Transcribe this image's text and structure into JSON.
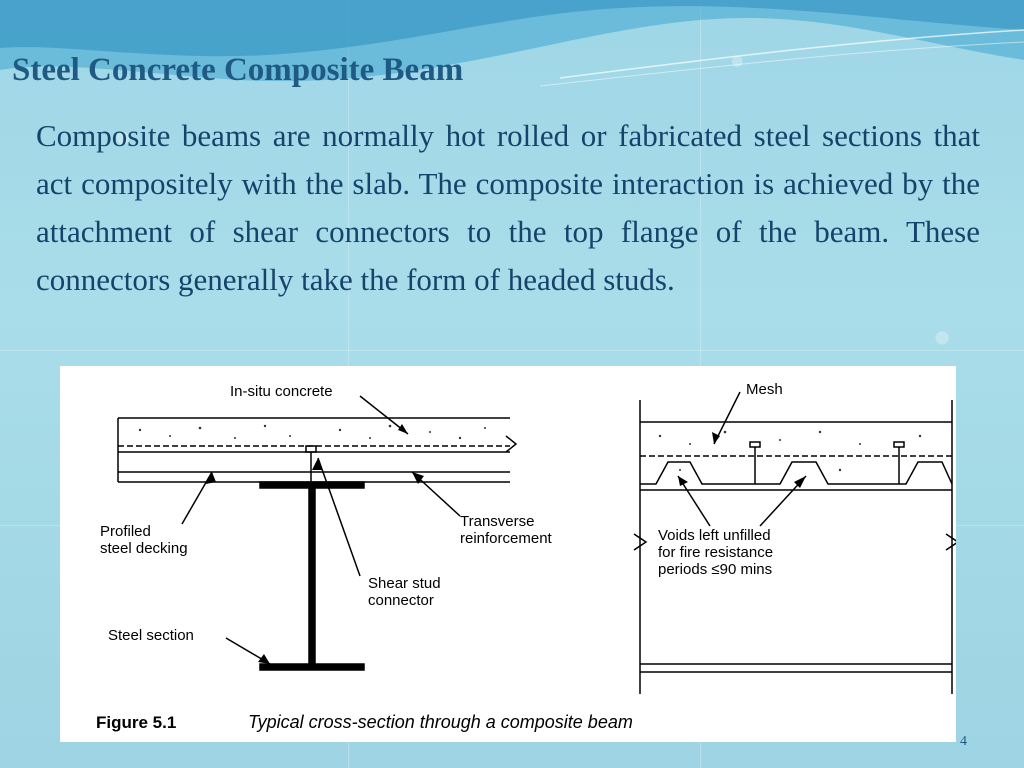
{
  "slide": {
    "title": "Steel Concrete Composite Beam",
    "body": "Composite beams are normally hot rolled or fabricated steel sections that act compositely with the slab. The composite interaction is achieved by the attachment of shear connectors to the top flange of the beam. These connectors generally take the form of headed studs.",
    "page_number": "4"
  },
  "figure": {
    "caption_label": "Figure 5.1",
    "caption_text": "Typical cross-section through a composite beam",
    "labels": {
      "in_situ_concrete": "In-situ concrete",
      "profiled_line1": "Profiled",
      "profiled_line2": "steel decking",
      "transverse_line1": "Transverse",
      "transverse_line2": "reinforcement",
      "shear_line1": "Shear stud",
      "shear_line2": "connector",
      "steel_section": "Steel section",
      "mesh": "Mesh",
      "voids_line1": "Voids left unfilled",
      "voids_line2": "for fire resistance",
      "voids_line3_prefix": "periods",
      "voids_line3_symbol": "≤",
      "voids_line3_value": "90 mins"
    }
  },
  "colors": {
    "title": "#1f5a84",
    "body_text": "#16436b",
    "background": "#a9dde9"
  }
}
